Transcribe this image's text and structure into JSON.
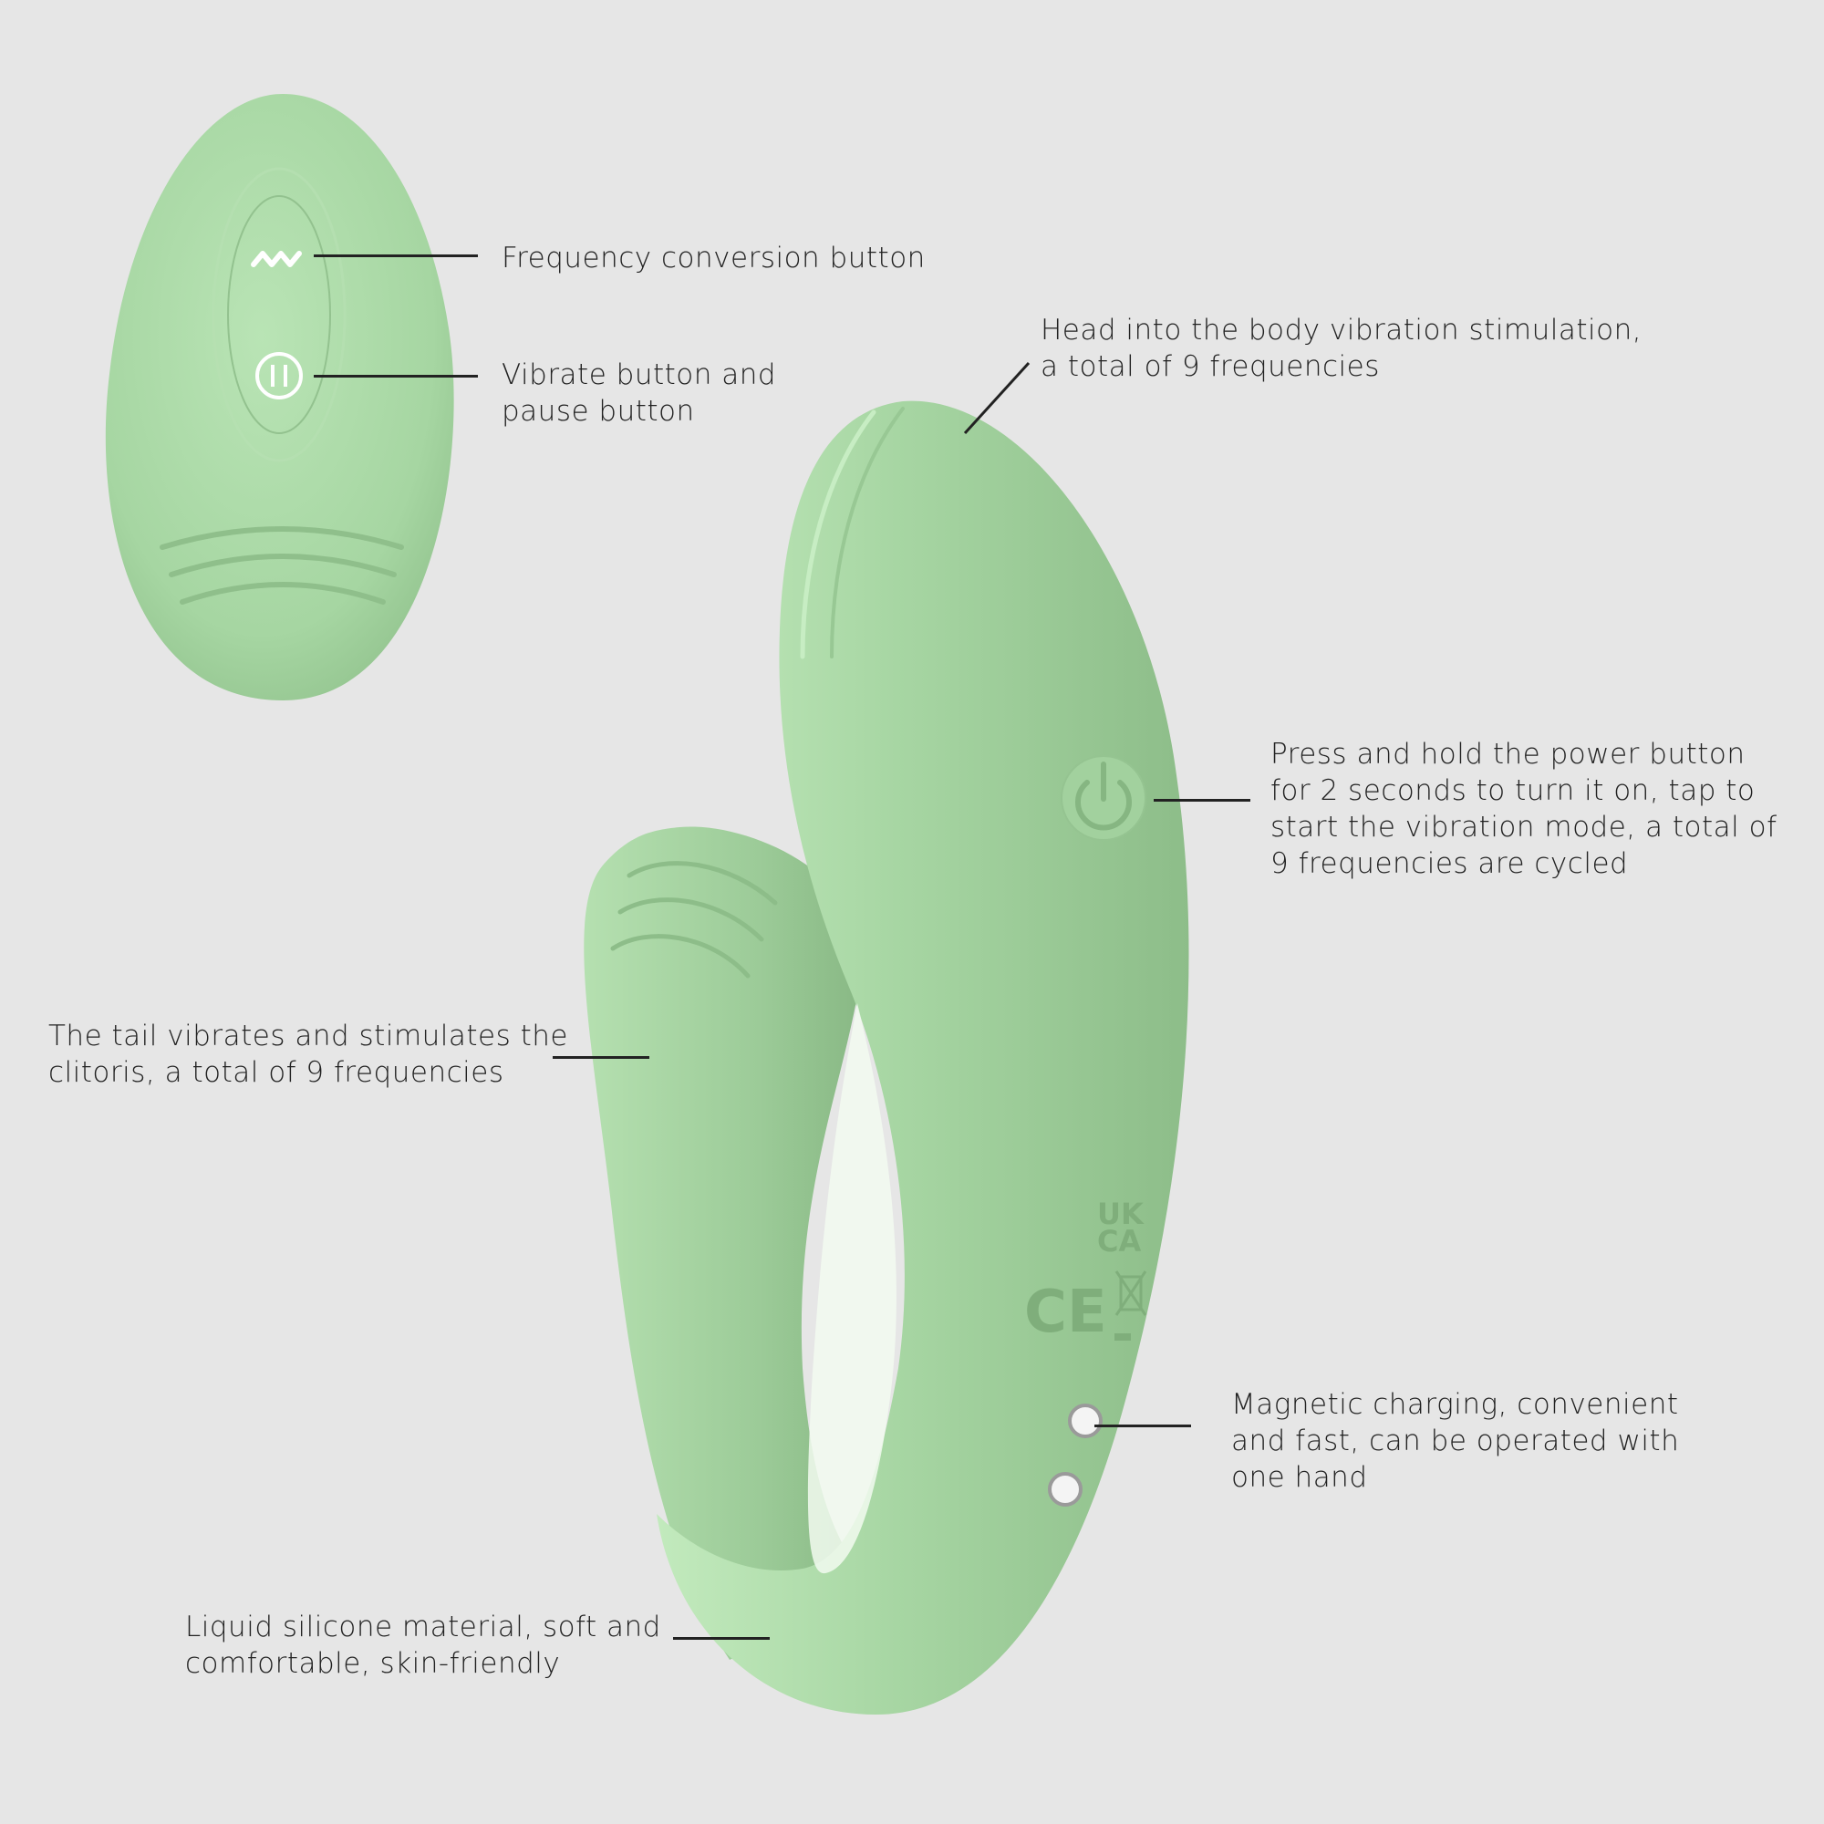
{
  "colors": {
    "background": "#e6e6e6",
    "product_green": "#a9d9a5",
    "product_green_dark": "#8fbf8b",
    "product_green_light": "#c9efc5",
    "text": "#222222"
  },
  "remote": {
    "icons": [
      "wave-icon",
      "pause-icon"
    ],
    "callouts": {
      "frequency": {
        "lines": [
          "Frequency conversion button"
        ]
      },
      "vibrate": {
        "lines": [
          "Vibrate button and",
          "pause button"
        ]
      }
    }
  },
  "device": {
    "icons": [
      "power-icon",
      "ukca-mark",
      "ce-mark",
      "weee-bin-icon",
      "charging-contact"
    ],
    "markings": {
      "ukca_top": "UK",
      "ukca_bottom": "CA",
      "ce": "CE"
    },
    "callouts": {
      "head": {
        "lines": [
          "Head into the body vibration stimulation,",
          "a total of 9 frequencies"
        ]
      },
      "power": {
        "lines": [
          "Press and hold the power button",
          "for 2 seconds to turn it on, tap to",
          "start the vibration mode, a total of",
          "9 frequencies are cycled"
        ]
      },
      "tail": {
        "lines": [
          "The tail vibrates and stimulates the",
          "clitoris, a total of 9 frequencies"
        ]
      },
      "charging": {
        "lines": [
          "Magnetic charging, convenient",
          "and fast, can be operated with",
          "one hand"
        ]
      },
      "material": {
        "lines": [
          "Liquid silicone material, soft and",
          "comfortable, skin-friendly"
        ]
      }
    }
  }
}
